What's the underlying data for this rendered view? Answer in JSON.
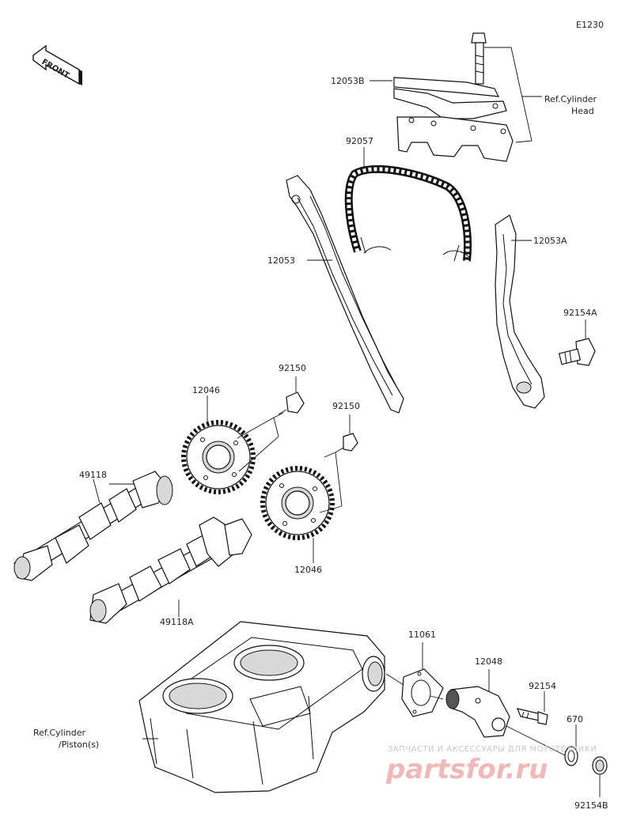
{
  "diagram_code": "E1230",
  "front_marker": "FRONT",
  "labels": {
    "p12053B": "12053B",
    "ref_cyl_head_1": "Ref.Cylinder",
    "ref_cyl_head_2": "Head",
    "p92057": "92057",
    "p12053": "12053",
    "p12053A": "12053A",
    "p92154A": "92154A",
    "p92150_a": "92150",
    "p92150_b": "92150",
    "p12046_a": "12046",
    "p12046_b": "12046",
    "p49118": "49118",
    "p49118A": "49118A",
    "p11061": "11061",
    "p12048": "12048",
    "p92154": "92154",
    "p670": "670",
    "p92154B": "92154B",
    "ref_cyl_piston_1": "Ref.Cylinder",
    "ref_cyl_piston_2": "/Piston(s)"
  },
  "watermark": {
    "line1": "ЗАПЧАСТИ И АКСЕССУАРЫ ДЛЯ МОТОТЕХНИКИ",
    "line2": "partsfor.ru"
  }
}
